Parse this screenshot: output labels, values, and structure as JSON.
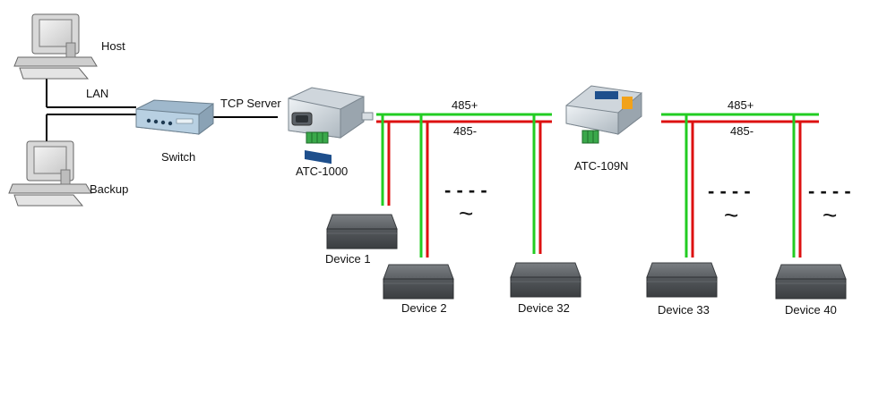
{
  "labels": {
    "host": "Host",
    "backup": "Backup",
    "lan": "LAN",
    "switch": "Switch",
    "tcp_server": "TCP Server",
    "converter_1": "ATC-1000",
    "converter_2": "ATC-109N",
    "bus1_plus": "485+",
    "bus1_minus": "485-",
    "bus2_plus": "485+",
    "bus2_minus": "485-",
    "device_1": "Device 1",
    "device_2": "Device 2",
    "device_32": "Device 32",
    "device_33": "Device 33",
    "device_40": "Device 40",
    "ellipsis_dashes": "- - - -",
    "ellipsis_tilde": "~"
  },
  "colors": {
    "wire_plus": "#22cc22",
    "wire_minus": "#dd1111",
    "lan_cable": "#000000",
    "device_body": "#4e5256",
    "converter_body": "#cfd6dc",
    "switch_body": "#a9c3d8",
    "terminal_block": "#3aa84a"
  },
  "icons": {
    "host": "desktop-computer-icon",
    "backup": "desktop-computer-icon",
    "switch": "network-switch-icon",
    "converter_1": "serial-converter-icon",
    "converter_2": "serial-converter-icon",
    "device": "device-box-icon"
  }
}
